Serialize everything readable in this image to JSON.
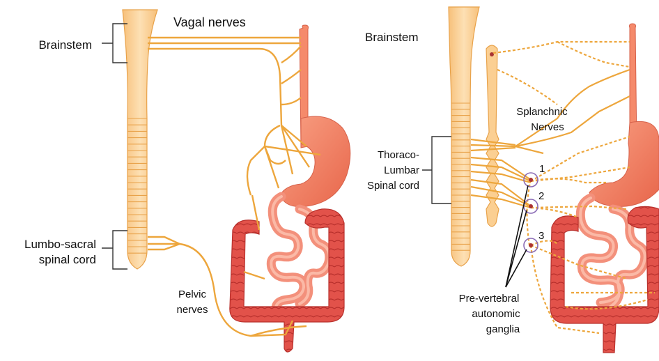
{
  "left_panel": {
    "brainstem": "Brainstem",
    "vagal_nerves": "Vagal nerves",
    "lumbo_sacral_line1": "Lumbo-sacral",
    "lumbo_sacral_line2": "spinal cord",
    "pelvic_line1": "Pelvic",
    "pelvic_line2": "nerves"
  },
  "right_panel": {
    "brainstem": "Brainstem",
    "splanchnic_line1": "Splanchnic",
    "splanchnic_line2": "Nerves",
    "thoraco_line1": "Thoraco-",
    "thoraco_line2": "Lumbar",
    "thoraco_line3": "Spinal cord",
    "ganglion_numbers": [
      "1",
      "2",
      "3"
    ],
    "prevertebral_line1": "Pre-vertebral",
    "prevertebral_line2": "autonomic",
    "prevertebral_line3": "ganglia"
  },
  "colors": {
    "spinal_cord": "#fbcf92",
    "spinal_stroke": "#e8a24a",
    "nerve": "#eda63c",
    "esophagus": "#f58a6b",
    "stomach": "#f27b5e",
    "intestine": "#f3907b",
    "colon": "#e0473f",
    "ganglion_circle": "#8a6bb5"
  }
}
